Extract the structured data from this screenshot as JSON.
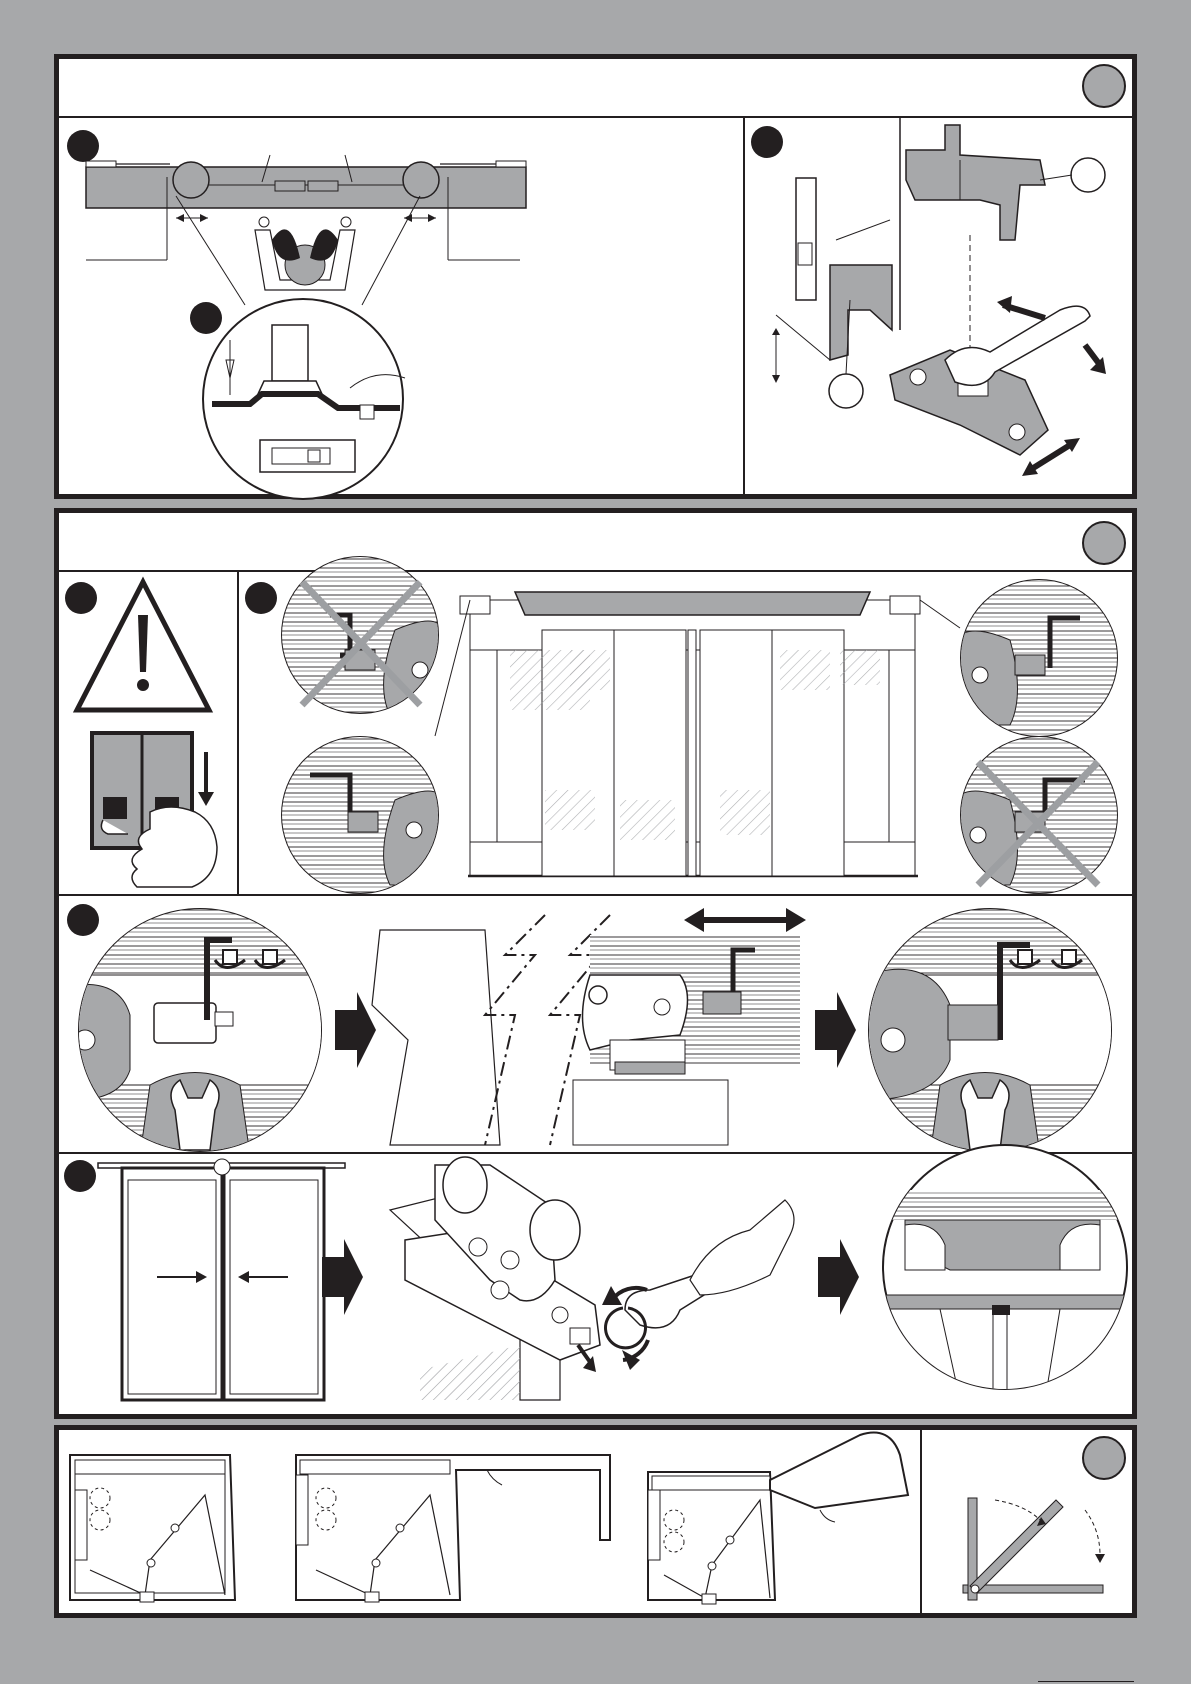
{
  "page": {
    "background": "#a7a8aa",
    "line_color": "#231f20",
    "fill_gray": "#a7a8aa",
    "accent_gray": "#9d9fa2"
  },
  "sections": [
    {
      "name": "adjustment-section",
      "panels": [
        "guide-adjustment-panel",
        "bracket-mounting-panel"
      ]
    },
    {
      "name": "installation-section",
      "panels": [
        "power-off-panel",
        "stop-position-panel",
        "stop-adjustment-panel",
        "belt-fixing-panel"
      ]
    },
    {
      "name": "cover-section",
      "panels": [
        "cover-closed-panel",
        "cover-mid-panel",
        "cover-open-panel",
        "cover-hinge-panel"
      ]
    }
  ],
  "icons": [
    "step-marker-icon",
    "warning-triangle-icon",
    "power-switch-icon",
    "arrow-right-icon",
    "double-arrow-icon",
    "wrench-icon",
    "cross-icon"
  ]
}
